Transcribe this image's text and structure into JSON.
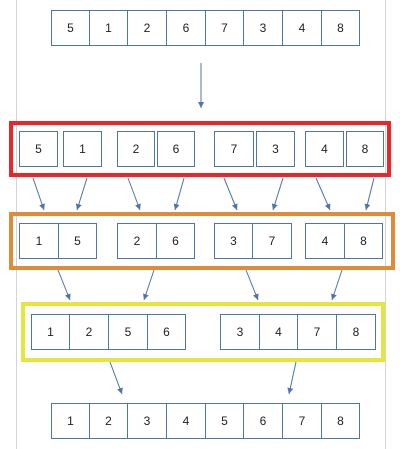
{
  "levels": [
    {
      "groups": [
        [
          "5",
          "1",
          "2",
          "6",
          "7",
          "3",
          "4",
          "8"
        ]
      ]
    },
    {
      "groups": [
        [
          "5",
          "1"
        ],
        [
          "2",
          "6"
        ],
        [
          "7",
          "3"
        ],
        [
          "4",
          "8"
        ]
      ]
    },
    {
      "groups": [
        [
          "1",
          "5"
        ],
        [
          "2",
          "6"
        ],
        [
          "3",
          "7"
        ],
        [
          "4",
          "8"
        ]
      ]
    },
    {
      "groups": [
        [
          "1",
          "2",
          "5",
          "6"
        ],
        [
          "3",
          "4",
          "7",
          "8"
        ]
      ]
    },
    {
      "groups": [
        [
          "1",
          "2",
          "3",
          "4",
          "5",
          "6",
          "7",
          "8"
        ]
      ]
    }
  ],
  "colors": {
    "cell_border": "#4f74a6",
    "arrow": "#4f74a6",
    "frame_level_1": "#e8262b",
    "frame_level_2": "#e08b37",
    "frame_level_3": "#e6e63a",
    "page_frame": "#d4d4d4"
  }
}
